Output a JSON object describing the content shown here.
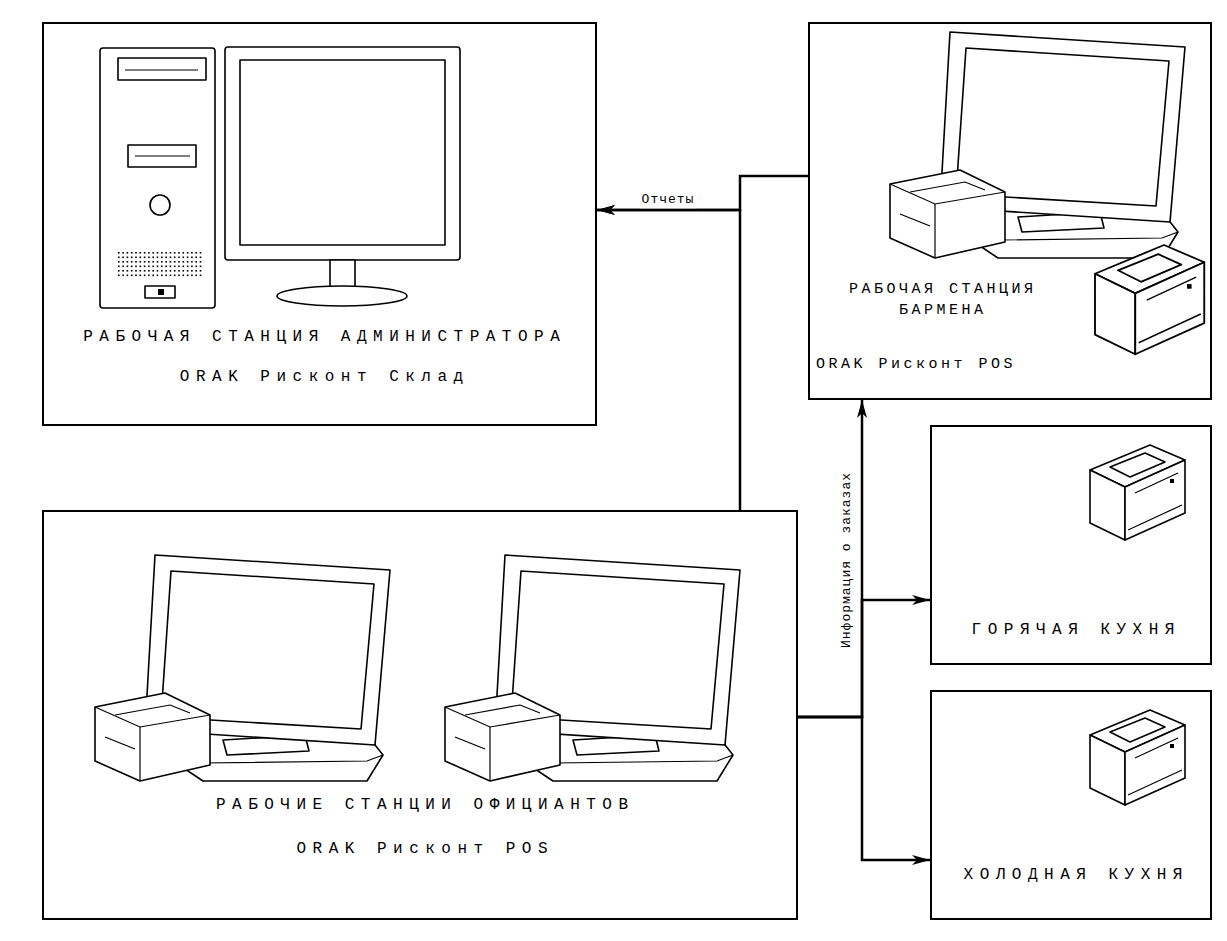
{
  "diagram": {
    "nodes": [
      {
        "text": [
          "РАБОЧАЯ СТАНЦИЯ АДМИНИСТРАТОРА",
          "ORAK Рисконт Склад"
        ]
      },
      {
        "text": [
          "РАБОЧАЯ СТАНЦИЯ БАРМЕНА",
          "ORAK Рисконт POS"
        ]
      },
      {
        "text": [
          "ГОРЯЧАЯ КУХНЯ"
        ]
      },
      {
        "text": [
          "ХОЛОДНАЯ КУХНЯ"
        ]
      },
      {
        "text": [
          "РАБОЧИЕ СТАНЦИИ ОФИЦИАНТОВ",
          "ORAK Рисконт POS"
        ]
      }
    ],
    "edges": [
      {
        "from": 1,
        "to": 0,
        "arrow": "to",
        "label": "Отчеты"
      },
      {
        "from": 4,
        "to": 0,
        "arrow": "to"
      },
      {
        "from": 4,
        "to": 1,
        "arrow": "to",
        "label": "Информация о заказах"
      },
      {
        "from": 4,
        "to": 2,
        "arrow": "to"
      },
      {
        "from": 4,
        "to": 3,
        "arrow": "to"
      }
    ]
  }
}
